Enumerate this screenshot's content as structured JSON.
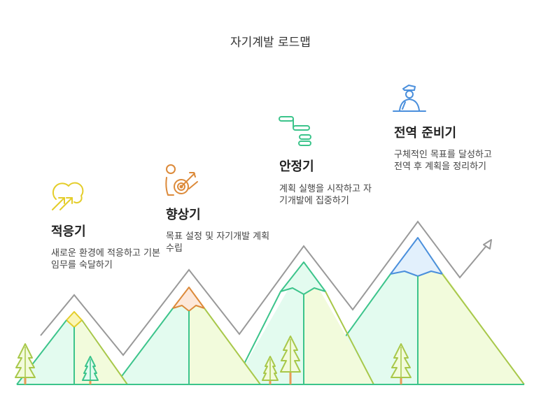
{
  "title": "자기계발 로드맵",
  "stages": [
    {
      "name": "적응기",
      "description": "새로운 환경에 적응하고 기본 임무를 숙달하기",
      "icon": "rising-arrows-cloud-icon"
    },
    {
      "name": "향상기",
      "description": "목표 설정 및 자기개발 계획 수립",
      "icon": "person-target-icon"
    },
    {
      "name": "안정기",
      "description": "계획 실행을 시작하고 자기개발에 집중하기",
      "icon": "gantt-bars-icon"
    },
    {
      "name": "전역 준비기",
      "description": "구체적인 목표를 달성하고 전역 후 계획을 정리하기",
      "icon": "officer-at-desk-icon"
    }
  ],
  "colors": {
    "mountain_left": "#e3fbef",
    "mountain_right": "#f2fbdc",
    "mountain_outline_green": "#3cc48b",
    "mountain_outline_lime": "#a8c84a",
    "summit_yellow": "#faf6b8",
    "summit_orange": "#fde8da",
    "summit_blue": "#e2f0fc",
    "path_gray": "#999999",
    "icon_yellow": "#e4cd2a",
    "icon_orange": "#dc8a3a",
    "icon_green": "#3cc48b",
    "icon_blue": "#4a8fdc",
    "tree_lime": "#a8c84a",
    "tree_trunk": "#e89a55"
  }
}
